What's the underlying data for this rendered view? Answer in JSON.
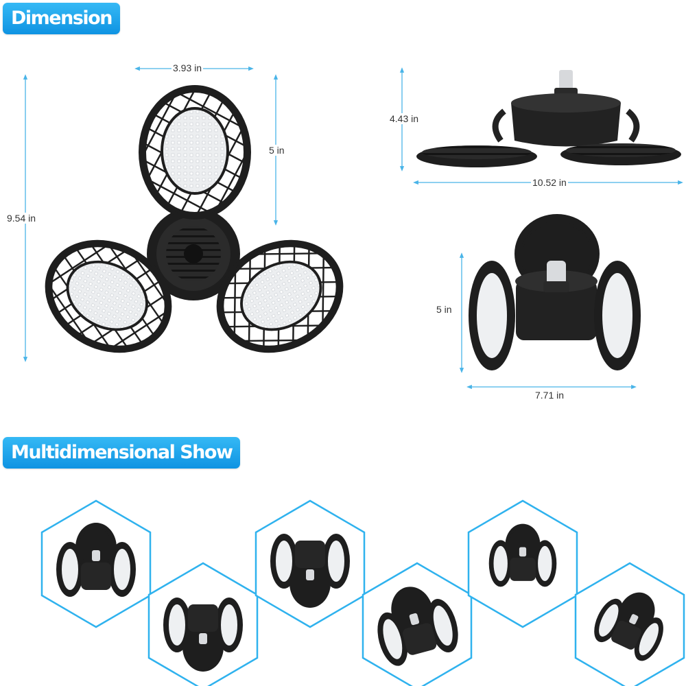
{
  "sections": {
    "dimension_title": "Dimension",
    "multi_title": "Multidimensional Show"
  },
  "dimensions": {
    "top_width": "3.93 in",
    "head_height": "5 in",
    "total_height": "9.54 in",
    "side_height": "4.43 in",
    "side_width": "10.52 in",
    "folded_height": "5 in",
    "folded_width": "7.71 in"
  },
  "colors": {
    "badge": "#1aa3ec",
    "dimension_line": "#49b4e8",
    "hexagon": "#2fb2ee",
    "product": "#1e1e1e",
    "led_panel": "#eef0f2"
  }
}
